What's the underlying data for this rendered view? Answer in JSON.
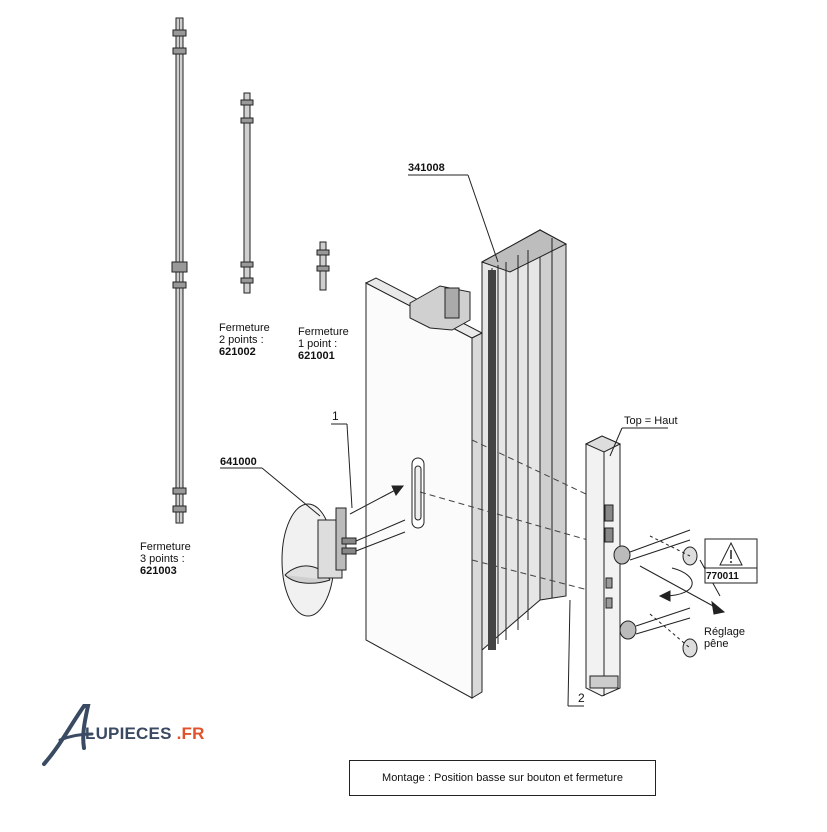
{
  "parts": {
    "profile": "341008",
    "handle": "641000",
    "warning": "770011"
  },
  "labels": {
    "fermeture_3pts": {
      "line1": "Fermeture",
      "line2": "3 points :",
      "ref": "621003"
    },
    "fermeture_2pts": {
      "line1": "Fermeture",
      "line2": "2 points :",
      "ref": "621002"
    },
    "fermeture_1pt": {
      "line1": "Fermeture",
      "line2": "1 point :",
      "ref": "621001"
    },
    "top": "Top = Haut",
    "reglage": {
      "line1": "Réglage",
      "line2": "pêne"
    },
    "callout_1": "1",
    "callout_2": "2"
  },
  "logo": {
    "text_a": "A",
    "text_rest": "LUPIECES.FR",
    "color_a": "#3a4a63",
    "color_rest": "#3a4a63",
    "color_fr": "#e0522a"
  },
  "caption": "Montage : Position basse sur bouton et fermeture",
  "colors": {
    "line": "#222222",
    "light": "#d8d8d8",
    "mid": "#b5b5b5",
    "dark": "#555555"
  }
}
